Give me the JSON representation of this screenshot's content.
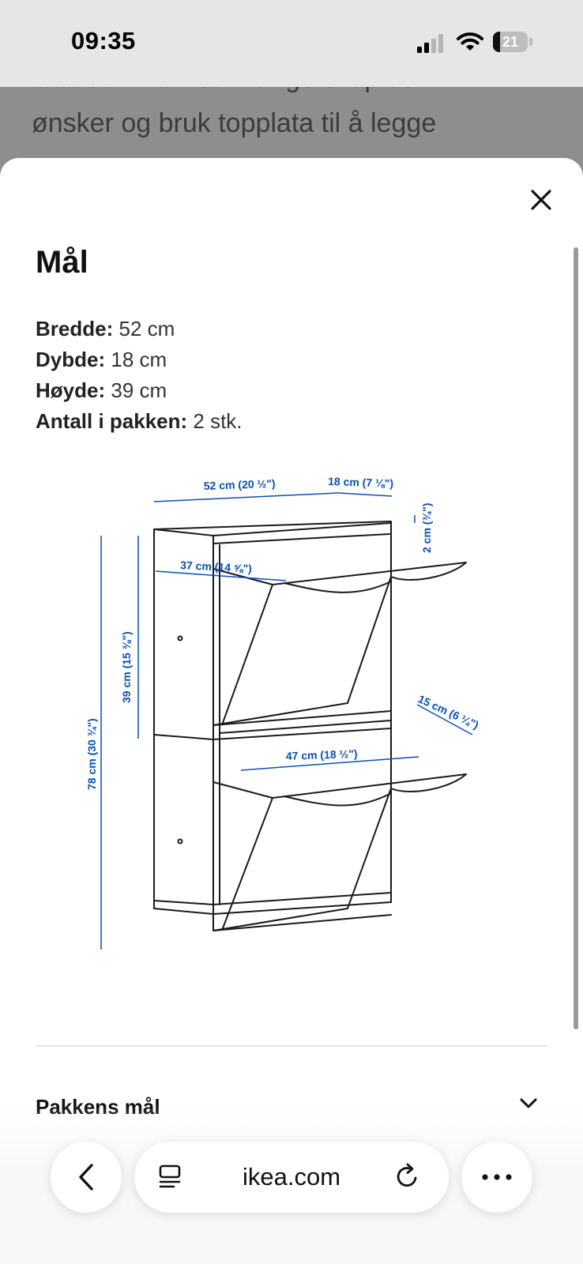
{
  "status_bar": {
    "time": "09:35",
    "battery_level": "21",
    "battery_fraction": 0.21,
    "icons": [
      "signal-icon",
      "wifi-icon",
      "battery-icon"
    ]
  },
  "background_page": {
    "text_cut_off": "Sett sammen så mange skap du",
    "text_line": "ønsker og bruk topplata til å legge"
  },
  "sheet": {
    "title": "Mål",
    "close_icon": "close-icon",
    "dimensions": [
      {
        "label": "Bredde:",
        "value": "52 cm"
      },
      {
        "label": "Dybde:",
        "value": "18 cm"
      },
      {
        "label": "Høyde:",
        "value": "39 cm"
      },
      {
        "label": "Antall i pakken:",
        "value": "2 stk."
      }
    ],
    "diagram": {
      "accent_color": "#0a4fb4",
      "labels": {
        "width": "52 cm (20 ½\")",
        "depth": "18 cm (7 ⅛\")",
        "top_thickness": "2 cm (¾\")",
        "inner_depth": "37 cm (14 ⅝\")",
        "unit_height": "39 cm (15 ⅜\")",
        "total_height": "78 cm (30 ¾\")",
        "inner_width": "47 cm (18 ½\")",
        "flap_depth": "15 cm (6 ¼\")"
      }
    },
    "accordion": {
      "label": "Pakkens mål",
      "icon": "chevron-down-icon"
    }
  },
  "toolbar": {
    "address": "ikea.com",
    "icons": [
      "back-arrow-icon",
      "reader-icon",
      "reload-icon",
      "more-icon"
    ]
  }
}
